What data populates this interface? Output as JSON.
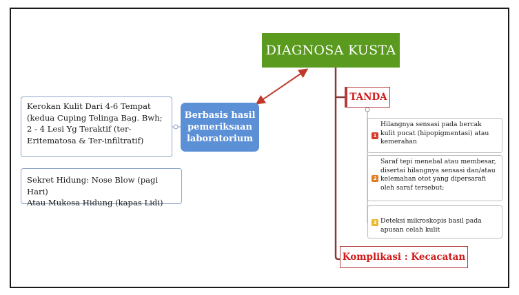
{
  "title": "DIAGNOSA KUSTA",
  "center_node": "Berbasis hasil pemeriksaan laboratorium",
  "left_nodes": [
    "Kerokan Kulit Dari 4-6 Tempat\n(kedua Cuping Telinga Bag. Bwh;\n2 - 4 Lesi Yg Teraktif (ter-\nEritematosa & Ter-infiltratif)",
    "Sekret Hidung: Nose Blow (pagi Hari)\nAtau Mukosa Hidung (kapas Lidi)"
  ],
  "tanda": {
    "label": "TANDA",
    "items": [
      {
        "badge": "1",
        "text": "Hilangnya sensasi pada bercak kulit pucat (hipopigmentasi) atau kemerahan"
      },
      {
        "badge": "2",
        "text": "Saraf tepi menebal atau membesar, disertai hilangnya sensasi dan/atau kelemahan otot yang dipersarafi oleh saraf tersebut;"
      },
      {
        "badge": "3",
        "text": "Deteksi mikroskopis basil pada apusan celah kulit"
      }
    ]
  },
  "komplikasi": "Komplikasi : Kecacatan",
  "colors": {
    "title_bg": "#5a9a1e",
    "center_bg": "#5b8fd6",
    "accent_red": "#d11a1a",
    "branch_brown": "#8b3a3a",
    "arrow": "#c0392b"
  }
}
